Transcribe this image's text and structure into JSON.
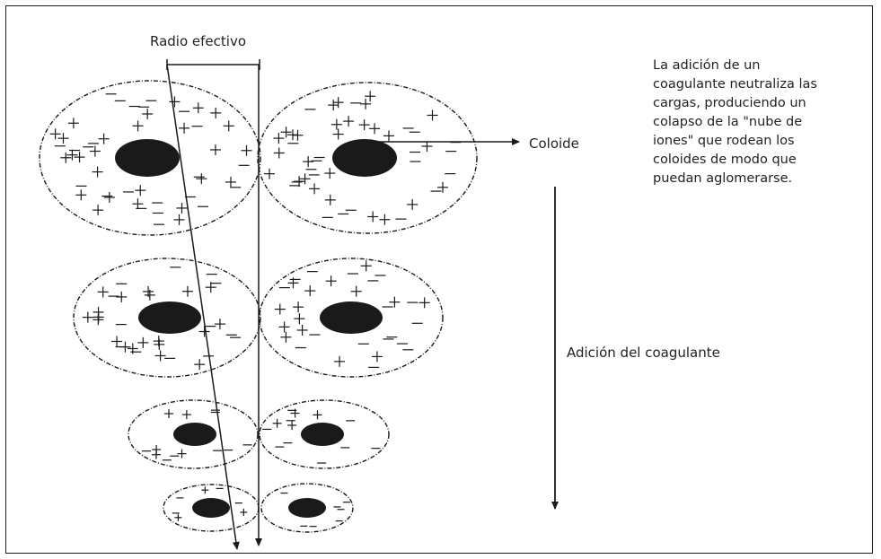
{
  "labels": {
    "radio_efectivo": "Radio efectivo",
    "coloide": "Coloide",
    "adicion": "Adición del coagulante"
  },
  "note": {
    "lines": [
      "La adición de un",
      "coagulante neutraliza las",
      "cargas, produciendo un",
      "colapso de la \"nube de",
      "iones\" que rodean los",
      "coloides de modo que",
      "puedan aglomerarse."
    ]
  },
  "colors": {
    "ink": "#1a1a1a",
    "background": "#ffffff"
  }
}
